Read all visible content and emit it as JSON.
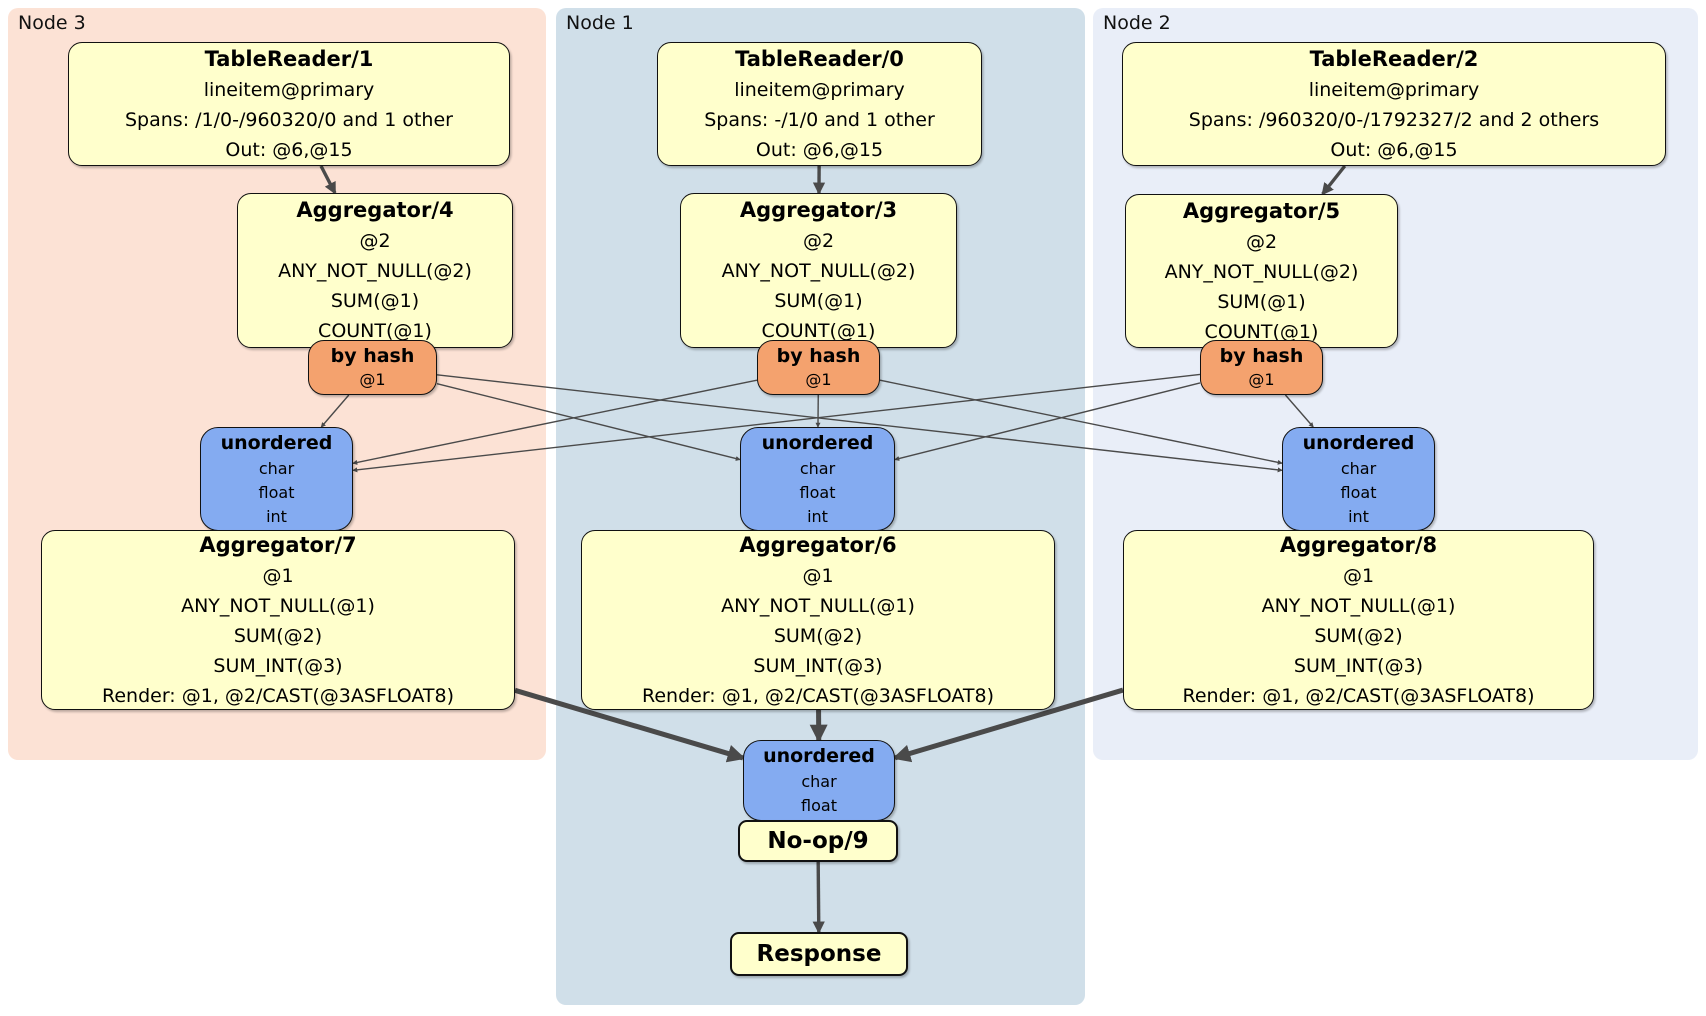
{
  "panels": [
    {
      "label": "Node 3"
    },
    {
      "label": "Node 1"
    },
    {
      "label": "Node 2"
    }
  ],
  "colors": {
    "panel_node3": "#fce2d5",
    "panel_node1": "#d0dfe9",
    "panel_node2": "#e9eef8",
    "processor_fill": "#ffffcc",
    "router_fill": "#f4a26e",
    "sync_fill": "#84abf1",
    "edge": "#4a4a4a"
  },
  "boxes": {
    "tr1": {
      "title": "TableReader/1",
      "lines": [
        "lineitem@primary",
        "Spans: /1/0-/960320/0 and 1 other",
        "Out: @6,@15"
      ]
    },
    "tr0": {
      "title": "TableReader/0",
      "lines": [
        "lineitem@primary",
        "Spans: -/1/0 and 1 other",
        "Out: @6,@15"
      ]
    },
    "tr2": {
      "title": "TableReader/2",
      "lines": [
        "lineitem@primary",
        "Spans: /960320/0-/1792327/2 and 2 others",
        "Out: @6,@15"
      ]
    },
    "agg4": {
      "title": "Aggregator/4",
      "lines": [
        "@2",
        "ANY_NOT_NULL(@2)",
        "SUM(@1)",
        "COUNT(@1)"
      ]
    },
    "agg3": {
      "title": "Aggregator/3",
      "lines": [
        "@2",
        "ANY_NOT_NULL(@2)",
        "SUM(@1)",
        "COUNT(@1)"
      ]
    },
    "agg5": {
      "title": "Aggregator/5",
      "lines": [
        "@2",
        "ANY_NOT_NULL(@2)",
        "SUM(@1)",
        "COUNT(@1)"
      ]
    },
    "hash3": {
      "title": "by hash",
      "lines": [
        "@1"
      ]
    },
    "hash1": {
      "title": "by hash",
      "lines": [
        "@1"
      ]
    },
    "hash2": {
      "title": "by hash",
      "lines": [
        "@1"
      ]
    },
    "sync3": {
      "title": "unordered",
      "lines": [
        "char",
        "float",
        "int"
      ]
    },
    "sync1": {
      "title": "unordered",
      "lines": [
        "char",
        "float",
        "int"
      ]
    },
    "sync2": {
      "title": "unordered",
      "lines": [
        "char",
        "float",
        "int"
      ]
    },
    "agg7": {
      "title": "Aggregator/7",
      "lines": [
        "@1",
        "ANY_NOT_NULL(@1)",
        "SUM(@2)",
        "SUM_INT(@3)",
        "Render: @1, @2/CAST(@3ASFLOAT8)"
      ]
    },
    "agg6": {
      "title": "Aggregator/6",
      "lines": [
        "@1",
        "ANY_NOT_NULL(@1)",
        "SUM(@2)",
        "SUM_INT(@3)",
        "Render: @1, @2/CAST(@3ASFLOAT8)"
      ]
    },
    "agg8": {
      "title": "Aggregator/8",
      "lines": [
        "@1",
        "ANY_NOT_NULL(@1)",
        "SUM(@2)",
        "SUM_INT(@3)",
        "Render: @1, @2/CAST(@3ASFLOAT8)"
      ]
    },
    "syncf": {
      "title": "unordered",
      "lines": [
        "char",
        "float"
      ]
    },
    "noop": {
      "title": "No-op/9"
    },
    "resp": {
      "title": "Response"
    }
  }
}
